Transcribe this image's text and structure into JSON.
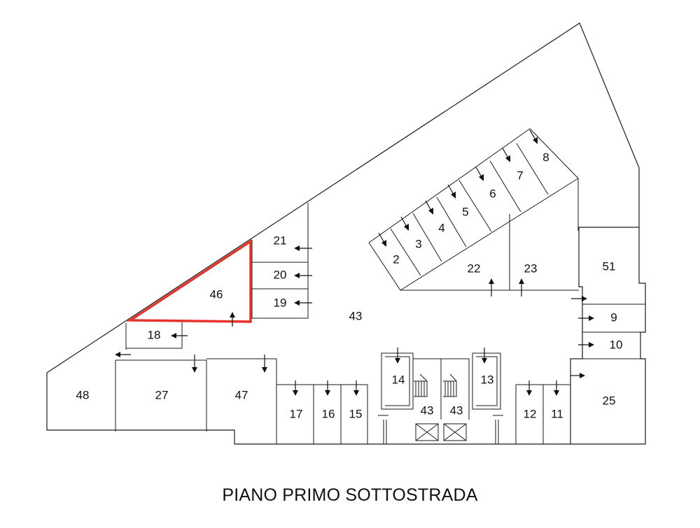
{
  "caption": "PIANO PRIMO SOTTOSTRADA",
  "highlight_color": "#e5332a",
  "highlighted_unit": "46",
  "units": {
    "u2": "2",
    "u3": "3",
    "u4": "4",
    "u5": "5",
    "u6": "6",
    "u7": "7",
    "u8": "8",
    "u9": "9",
    "u10": "10",
    "u11": "11",
    "u12": "12",
    "u13": "13",
    "u14": "14",
    "u15": "15",
    "u16": "16",
    "u17": "17",
    "u18": "18",
    "u19": "19",
    "u20": "20",
    "u21": "21",
    "u22": "22",
    "u23": "23",
    "u25": "25",
    "u27": "27",
    "u43_center": "43",
    "u43_stair_left": "43",
    "u43_stair_right": "43",
    "u46": "46",
    "u47": "47",
    "u48": "48",
    "u51": "51"
  }
}
